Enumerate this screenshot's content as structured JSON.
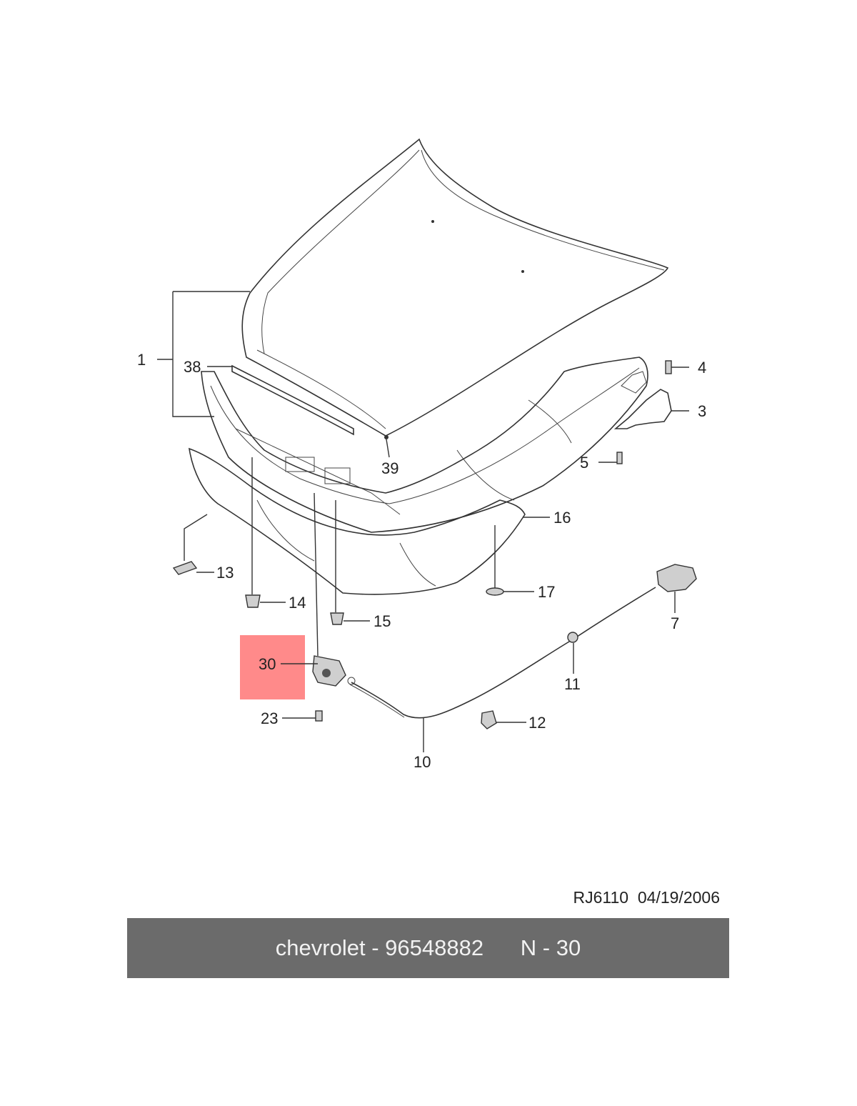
{
  "diagram": {
    "callouts": [
      {
        "id": "1",
        "label": "1"
      },
      {
        "id": "3",
        "label": "3"
      },
      {
        "id": "4",
        "label": "4"
      },
      {
        "id": "5",
        "label": "5"
      },
      {
        "id": "7",
        "label": "7"
      },
      {
        "id": "10",
        "label": "10"
      },
      {
        "id": "11",
        "label": "11"
      },
      {
        "id": "12",
        "label": "12"
      },
      {
        "id": "13",
        "label": "13"
      },
      {
        "id": "14",
        "label": "14"
      },
      {
        "id": "15",
        "label": "15"
      },
      {
        "id": "16",
        "label": "16"
      },
      {
        "id": "17",
        "label": "17"
      },
      {
        "id": "23",
        "label": "23"
      },
      {
        "id": "30",
        "label": "30"
      },
      {
        "id": "38",
        "label": "38"
      },
      {
        "id": "39",
        "label": "39"
      }
    ],
    "highlighted_part": "30",
    "highlight_color": "#ff8a8a"
  },
  "reference": {
    "code": "RJ6110",
    "date": "04/19/2006"
  },
  "footer": {
    "brand": "chevrolet",
    "separator": " - ",
    "part_number": "96548882",
    "position_label": "N - 30",
    "bar_color": "#6b6b6b"
  }
}
